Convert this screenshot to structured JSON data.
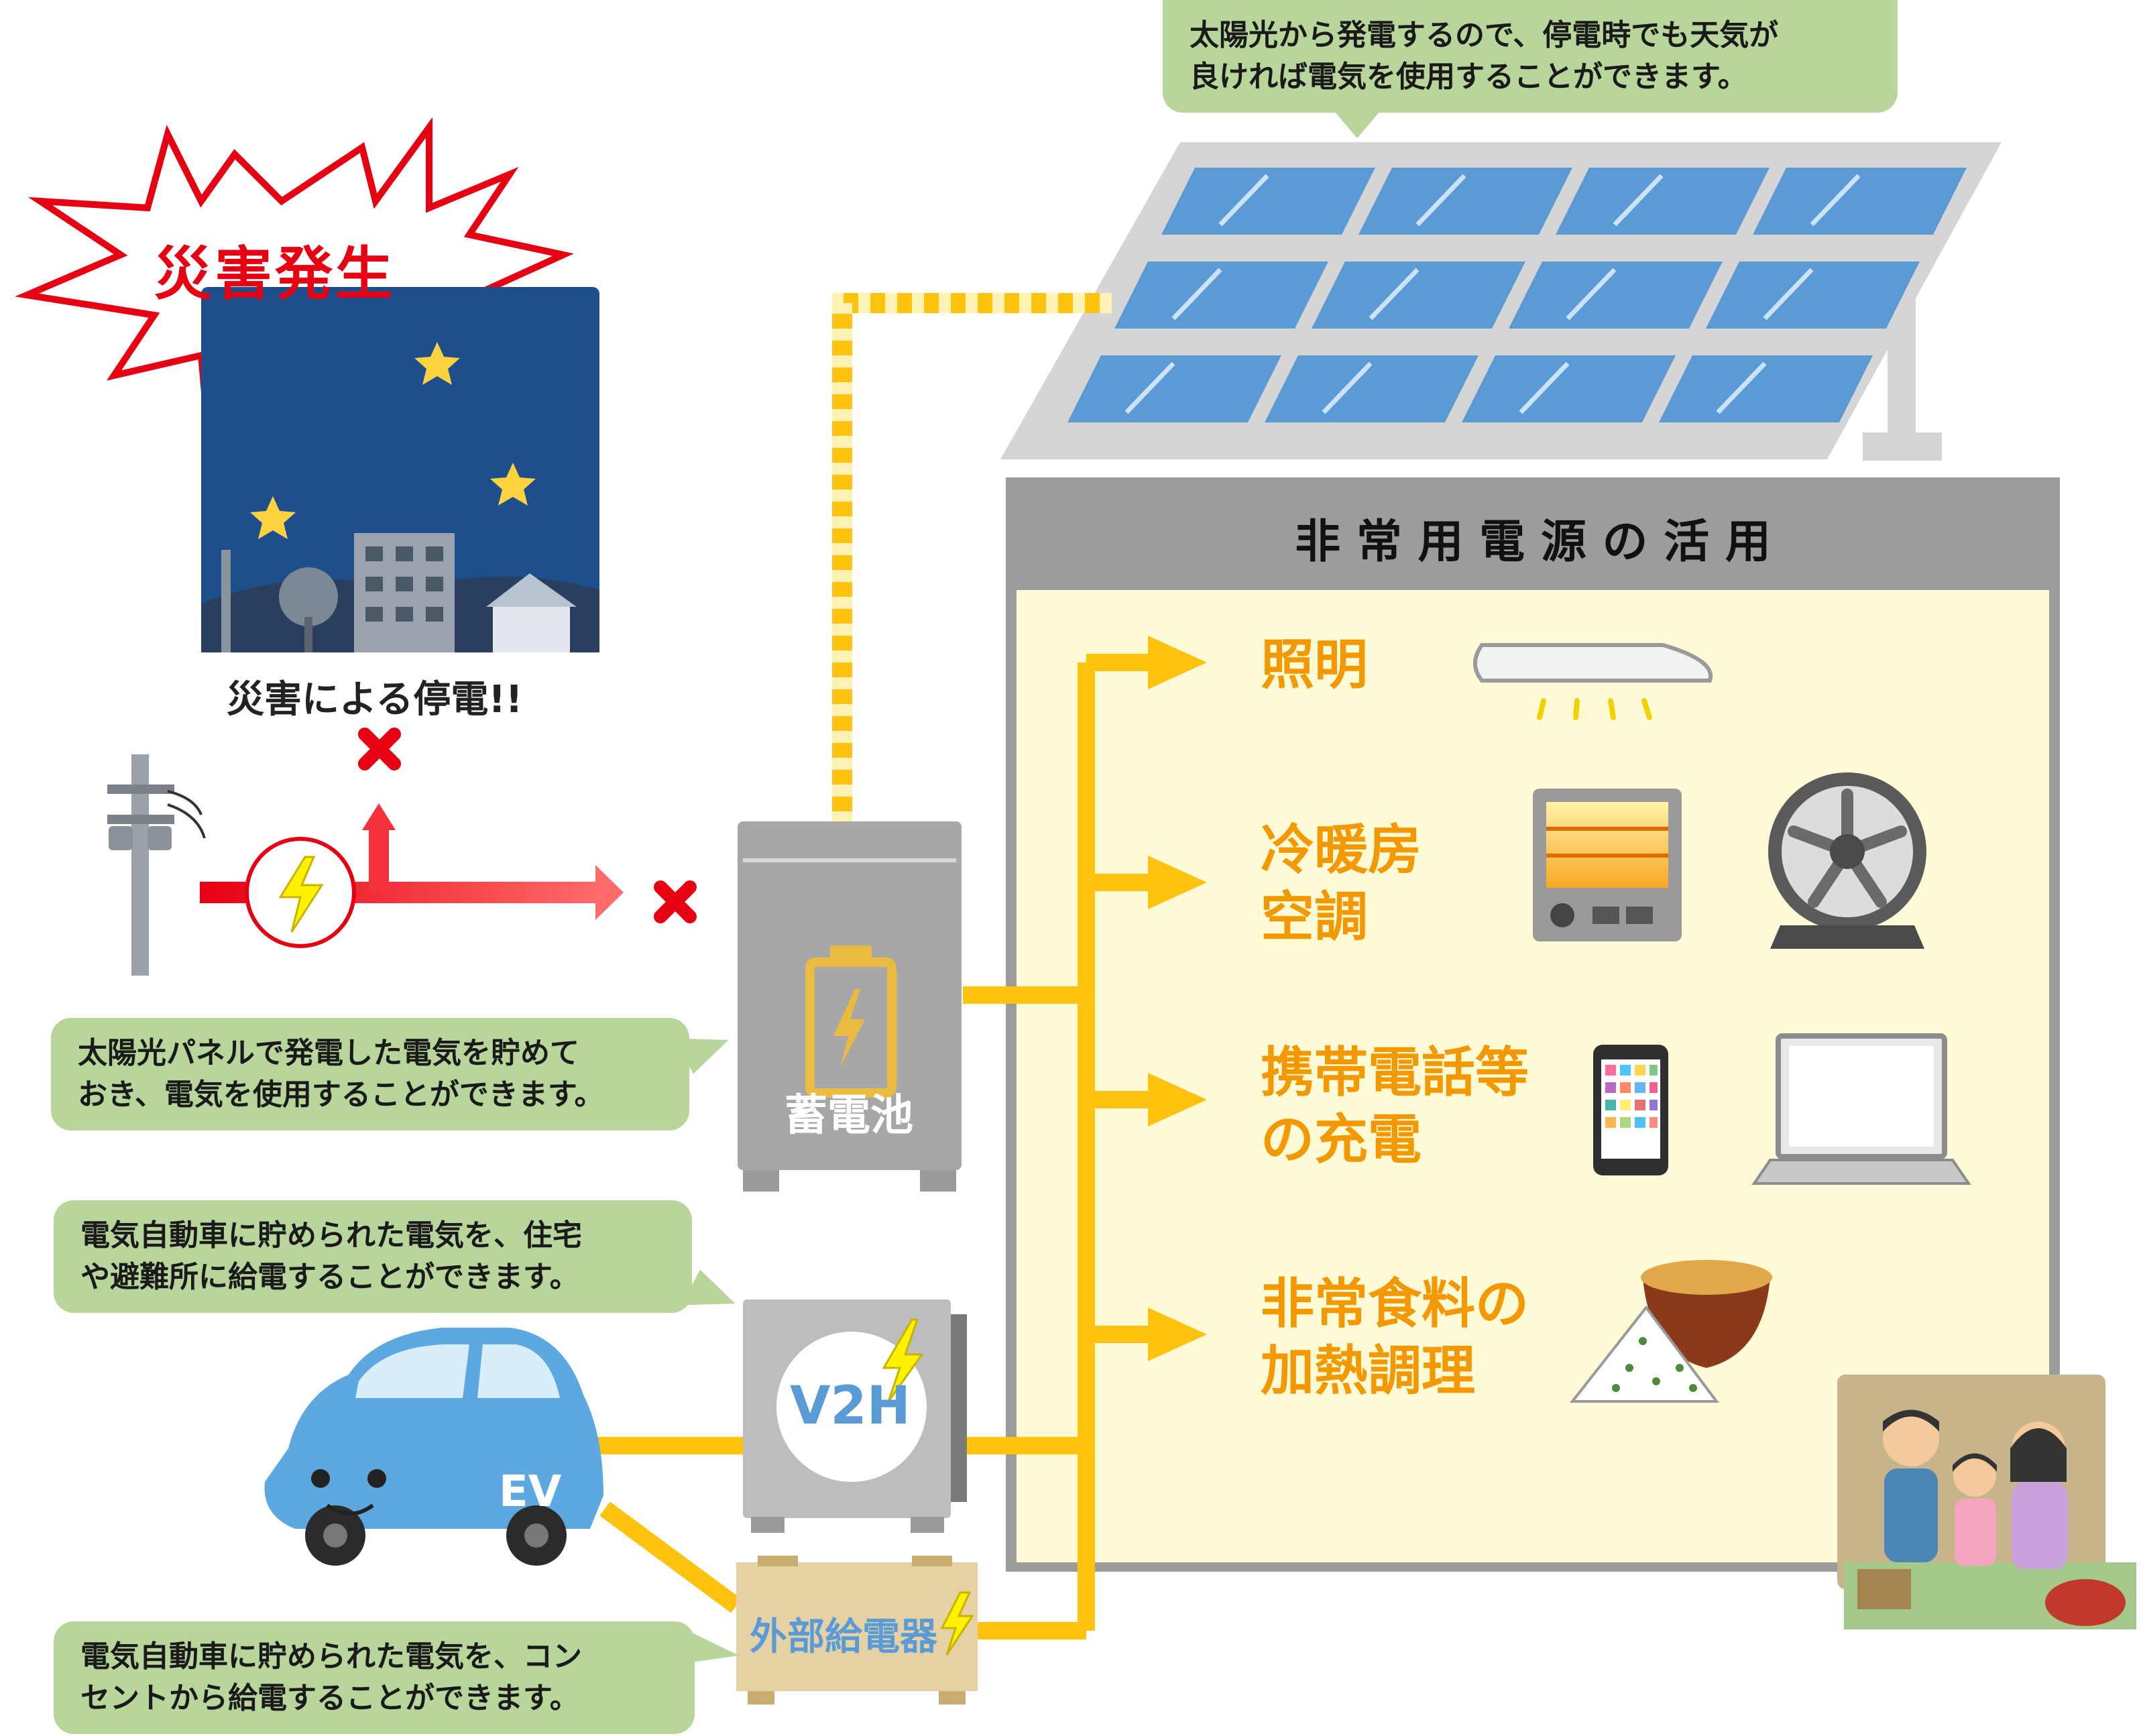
{
  "burst": {
    "label": "災害発生"
  },
  "night_scene": {
    "caption": "災害による停電!!"
  },
  "solar_bubble": {
    "line1": "太陽光から発電するので、停電時でも天気が",
    "line2": "良ければ電気を使用することができます。"
  },
  "battery_bubble": {
    "line1": "太陽光パネルで発電した電気を貯めて",
    "line2": "おき、電気を使用することができます。"
  },
  "ev_bubble": {
    "line1": "電気自動車に貯められた電気を、住宅",
    "line2": "や避難所に給電することができます。"
  },
  "charger_bubble": {
    "line1": "電気自動車に貯められた電気を、コン",
    "line2": "セントから給電することができます。"
  },
  "battery": {
    "label": "蓄電池"
  },
  "v2h": {
    "label": "V2H"
  },
  "ev": {
    "label": "EV"
  },
  "charger": {
    "label": "外部給電器"
  },
  "panel": {
    "title": "非 常 用 電 源 の 活 用",
    "items": [
      {
        "line1": "照明",
        "line2": ""
      },
      {
        "line1": "冷暖房",
        "line2": "空調"
      },
      {
        "line1": "携帯電話等",
        "line2": "の充電"
      },
      {
        "line1": "非常食料の",
        "line2": "加熱調理"
      }
    ]
  },
  "colors": {
    "power_line": "#ffc20e",
    "grid_line": "#ee2a3c",
    "bubble": "#b8d69c",
    "panel_header": "#9c9c9c",
    "panel_body": "#fffbd6",
    "item_text": "#f39800",
    "solar_cell": "#5b9bd5"
  }
}
